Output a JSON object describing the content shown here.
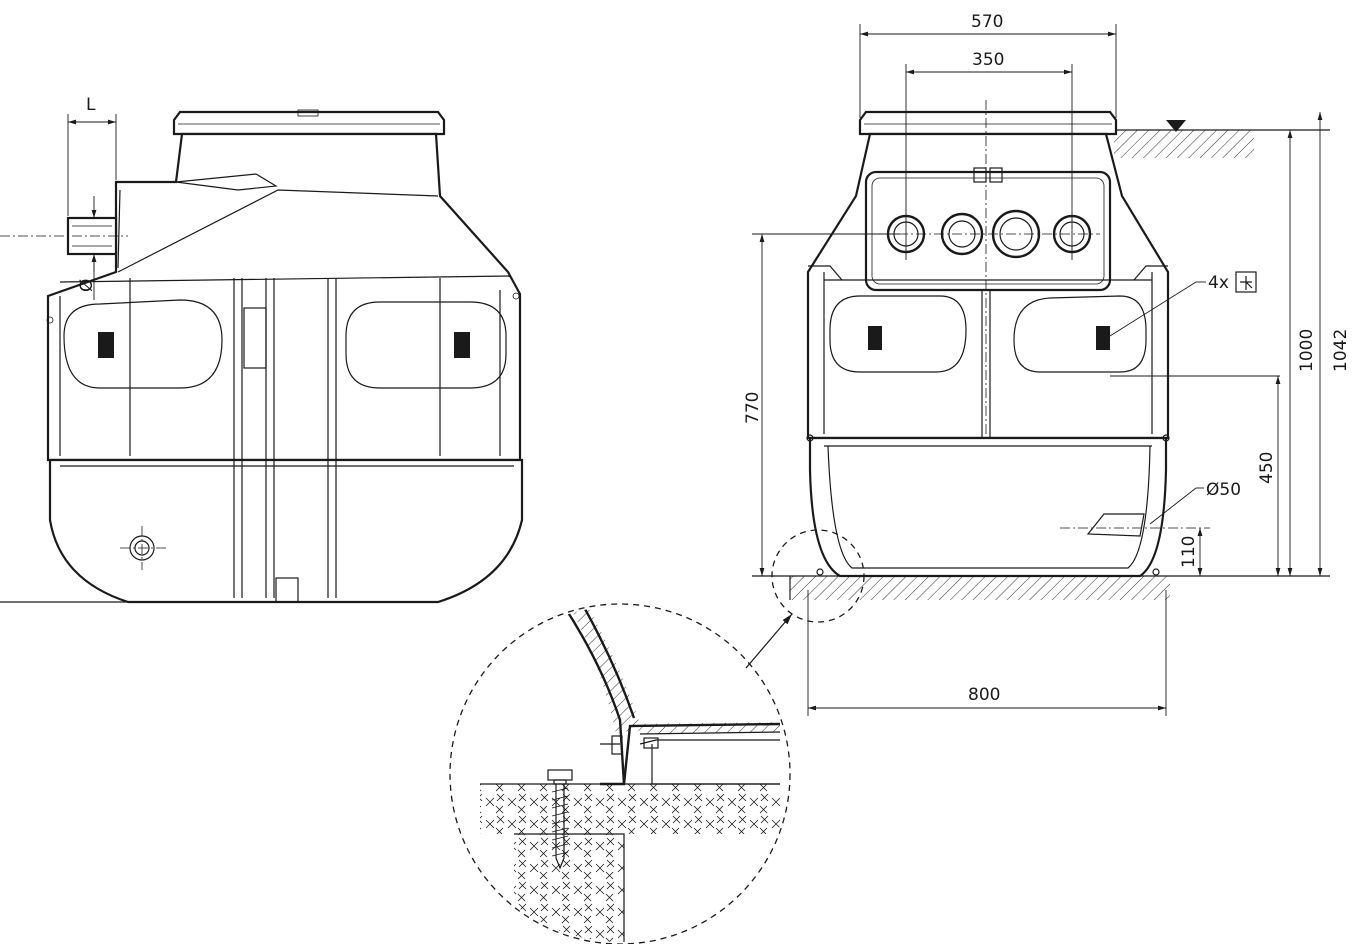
{
  "side_view": {
    "label_length": "L",
    "label_diameter": "Ø"
  },
  "front_view": {
    "width_overall": "570",
    "width_inlets": "350",
    "height_total": "1042",
    "height_rim": "1000",
    "height_inlet": "770",
    "height_mid": "450",
    "height_outlet": "110",
    "outlet_diameter": "Ø50",
    "base_width": "800",
    "anchor_count": "4x"
  },
  "colors": {
    "line": "#1a1a1a",
    "background": "#ffffff"
  },
  "icons": [
    "anchor-fixing-icon"
  ]
}
